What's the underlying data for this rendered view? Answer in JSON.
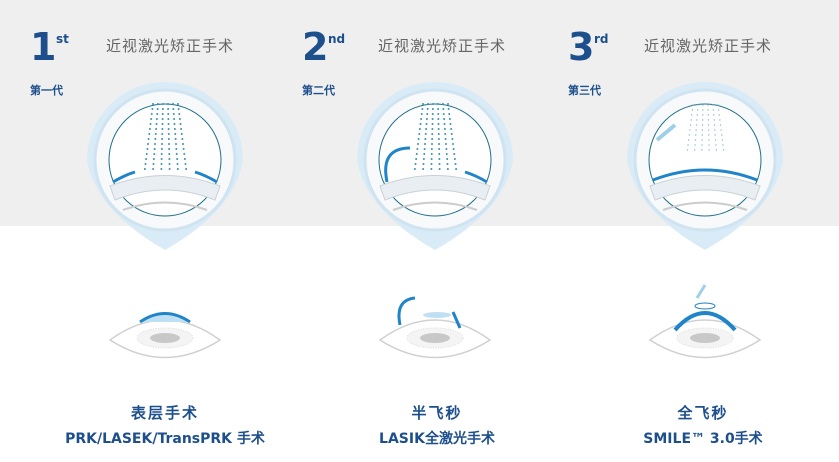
{
  "columns": [
    {
      "number": "1",
      "ordinal": "st",
      "generation": "第一代",
      "title": "近视激光矫正手术",
      "name": "表层手术",
      "procedure": "PRK/LASEK/TransPRK 手术"
    },
    {
      "number": "2",
      "ordinal": "nd",
      "generation": "第二代",
      "title": "近视激光矫正手术",
      "name": "半飞秒",
      "procedure": "LASIK全激光手术"
    },
    {
      "number": "3",
      "ordinal": "rd",
      "generation": "第三代",
      "title": "近视激光矫正手术",
      "name": "全飞秒",
      "procedure": "SMILE™ 3.0手术"
    }
  ],
  "colors": {
    "brand": "#1d4f8c",
    "accent": "#1f84c8",
    "background": "#efefef"
  }
}
